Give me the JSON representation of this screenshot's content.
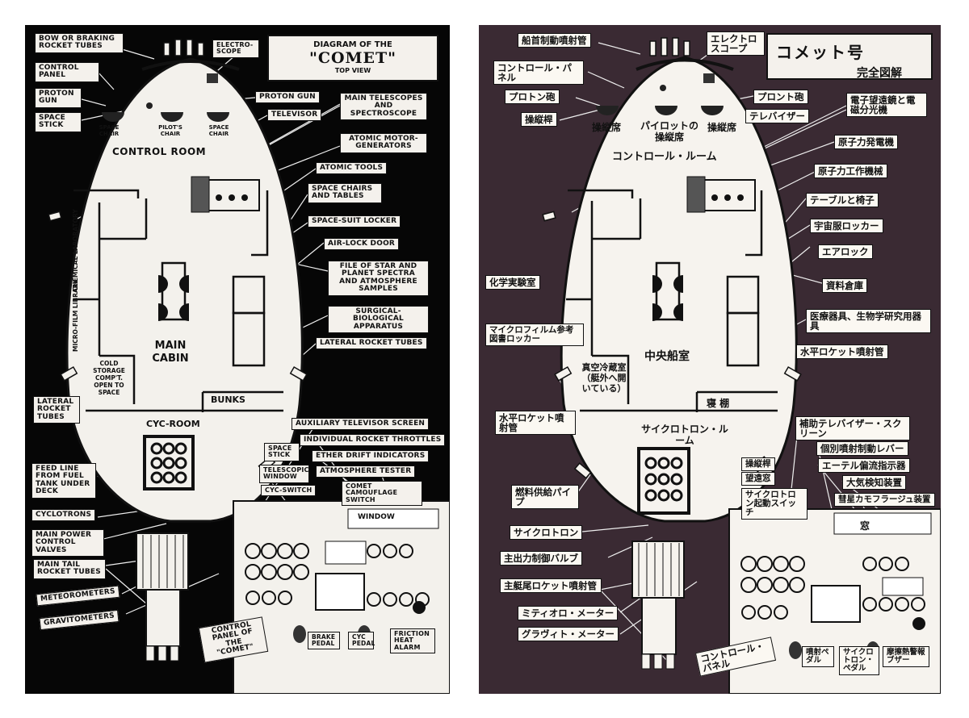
{
  "english": {
    "title_line1": "DIAGRAM OF THE",
    "title_line2": "\"COMET\"",
    "title_line3": "TOP VIEW",
    "labels": {
      "bow_tubes": "BOW OR BRAKING ROCKET TUBES",
      "electroscope": "ELECTRO-SCOPE",
      "control_panel": "CONTROL PANEL",
      "proton_gun_left": "PROTON GUN",
      "proton_gun_right": "PROTON GUN",
      "space_stick": "SPACE STICK",
      "telescopes": "MAIN TELESCOPES AND SPECTROSCOPE",
      "televisor": "TELEVISOR",
      "atomic_motor": "ATOMIC MOTOR-GENERATORS",
      "atomic_tools": "ATOMIC TOOLS",
      "chairs_tables": "SPACE CHAIRS AND TABLES",
      "suit_locker": "SPACE-SUIT LOCKER",
      "air_lock": "AIR-LOCK DOOR",
      "star_file": "FILE OF STAR AND PLANET SPECTRA AND ATMOSPHERE SAMPLES",
      "surgical": "SURGICAL-BIOLOGICAL APPARATUS",
      "lateral_right": "LATERAL ROCKET TUBES",
      "lateral_left": "LATERAL ROCKET TUBES",
      "aux_televisor": "AUXILIARY TELEVISOR SCREEN",
      "throttles": "INDIVIDUAL ROCKET THROTTLES",
      "ether_drift": "ETHER DRIFT INDICATORS",
      "atmosphere_tester": "ATMOSPHERE TESTER",
      "camouflage": "COMET CAMOUFLAGE SWITCH",
      "space_stick2": "SPACE STICK",
      "telescopic_window": "TELESCOPIC WINDOW",
      "cyc_switch": "CYC-SWITCH",
      "feed_line": "FEED LINE FROM FUEL TANK UNDER DECK",
      "cyclotrons": "CYCLOTRONS",
      "power_valves": "MAIN POWER CONTROL VALVES",
      "tail_tubes": "MAIN TAIL ROCKET TUBES",
      "meteorometers": "METEOROMETERS",
      "gravitometers": "GRAVITOMETERS",
      "control_panel_comet": "CONTROL PANEL OF THE \"COMET\"",
      "brake_pedal": "BRAKE PEDAL",
      "cyc_pedal": "CYC PEDAL",
      "friction_alarm": "FRICTION HEAT ALARM"
    },
    "interior": {
      "space_chair_left": "SPACE CHAIR",
      "pilots_chair": "PILOT'S CHAIR",
      "space_chair_right": "SPACE CHAIR",
      "control_room": "CONTROL ROOM",
      "chem_lab": "CHEMICAL LABORATORY",
      "film_library": "MICRO-FILM LIBRARY",
      "main_cabin": "MAIN CABIN",
      "cold_storage": "COLD STORAGE COMP'T. OPEN TO SPACE",
      "bunks": "BUNKS",
      "cyc_room": "CYC-ROOM",
      "window": "WINDOW"
    }
  },
  "japanese": {
    "title_line1": "コメット号",
    "title_line2": "完全図解",
    "labels": {
      "bow_tubes": "船首制動噴射管",
      "electroscope": "エレクトロスコープ",
      "control_panel": "コントロール・パネル",
      "proton_gun_left": "プロトン砲",
      "proton_gun_right": "プロント砲",
      "steering_stick": "操縦桿",
      "televisor": "テレバイザー",
      "telescopes": "電子望遠鏡と電磁分光機",
      "atomic_motor": "原子力発電機",
      "atomic_tools": "原子力工作機械",
      "chairs_tables": "テーブルと椅子",
      "suit_locker": "宇宙服ロッカー",
      "air_lock": "エアロック",
      "archive": "資料倉庫",
      "chem_lab": "化学実験室",
      "film_library": "マイクロフィルム参考図書ロッカー",
      "medical": "医療器具、生物学研究用器具",
      "lateral_right": "水平ロケット噴射管",
      "lateral_left": "水平ロケット噴射管",
      "aux_televisor": "補助テレバイザー・スクリーン",
      "throttles": "個別噴射制動レバー",
      "ether_drift": "エーテル偏流指示器",
      "atmosphere_tester": "大気検知装置",
      "camouflage": "彗星カモフラージュ装置",
      "steering2": "操縦桿",
      "telescopic_window": "望遠窓",
      "cyc_switch": "サイクロトロン起動スイッチ",
      "fuel_pipe": "燃料供給パイプ",
      "cyclotron": "サイクロトロン",
      "power_valves": "主出力制御バルブ",
      "tail_tubes": "主艇尾ロケット噴射管",
      "meteorometers": "ミティオロ・メーター",
      "gravitometers": "グラヴィト・メーター",
      "control_panel2": "コントロール・パネル",
      "jet_pedal": "噴射ペダル",
      "cyc_pedal": "サイクロトロン・ペダル",
      "friction_alarm": "摩擦熱警報ブザー"
    },
    "interior": {
      "steering_seat_left": "操縦席",
      "pilot_seat": "パイロットの操縦席",
      "steering_seat_right": "操縦席",
      "control_room": "コントロール・ルーム",
      "main_cabin": "中央船室",
      "cold_storage": "真空冷蔵室（艇外へ開いている）",
      "bunks": "寝 棚",
      "cyc_room": "サイクロトロン・ルーム",
      "window": "窓"
    }
  },
  "colors": {
    "english_background": "#060606",
    "japanese_background": "#3a2a33",
    "label_fill": "#f4f1ec",
    "ink": "#111111"
  }
}
